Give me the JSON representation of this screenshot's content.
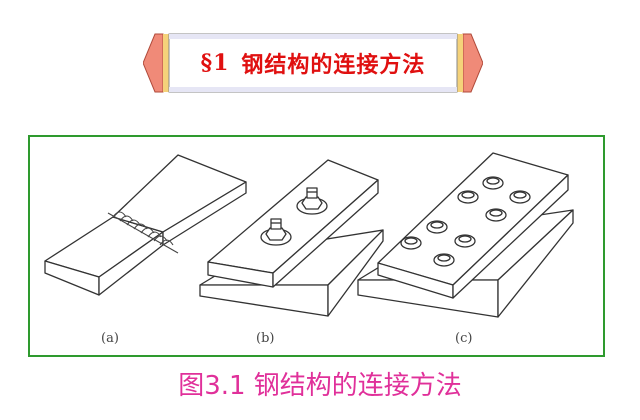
{
  "banner": {
    "section_mark": "§1",
    "title": "钢结构的连接方法",
    "colors": {
      "text": "#e01010",
      "outer_stripe": "#f08a78",
      "inner_stripe": "#f5d27a",
      "face": "#ffffff"
    }
  },
  "figure": {
    "frame_color": "#2e9a2e",
    "panels": [
      {
        "label": "(a)",
        "icon": "welded-plates-icon"
      },
      {
        "label": "(b)",
        "icon": "bolted-plates-icon"
      },
      {
        "label": "(c)",
        "icon": "riveted-plates-icon"
      }
    ],
    "caption": "图3.1 钢结构的连接方法",
    "caption_color": "#e0309a"
  }
}
